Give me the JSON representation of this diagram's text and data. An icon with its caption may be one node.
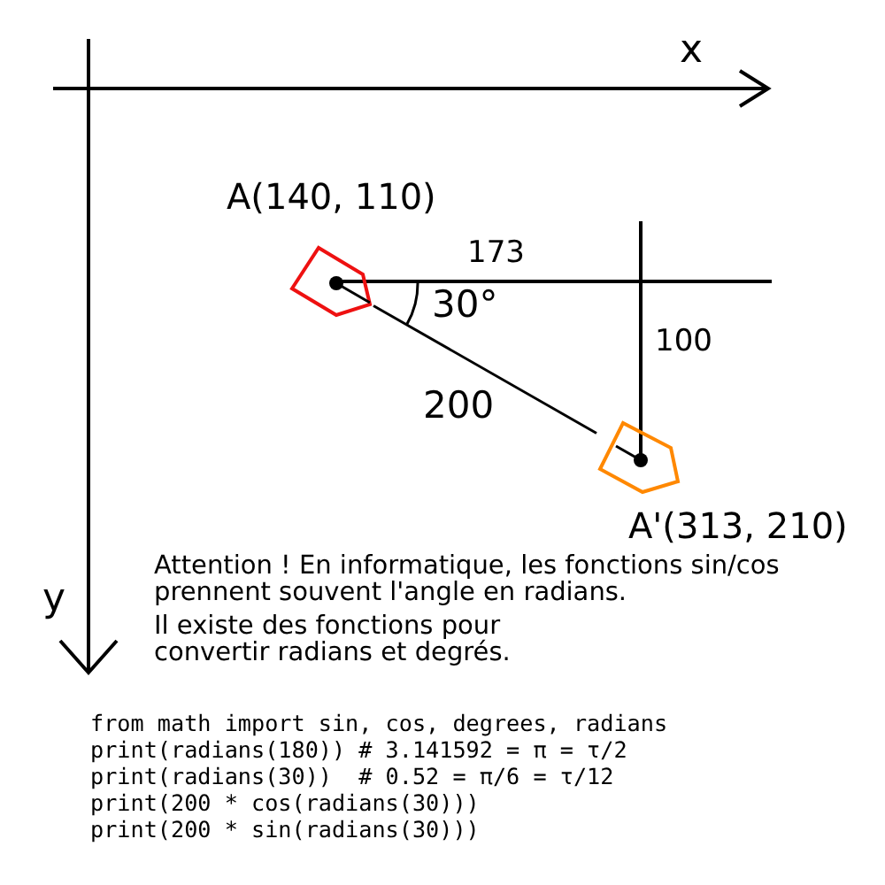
{
  "diagram": {
    "nodes": [
      {
        "text": [],
        "shape": "pentagon",
        "beside": [
          "A(140, 110)"
        ]
      },
      {
        "text": [],
        "shape": "pentagon",
        "beside": [
          "A'(313, 210)"
        ]
      }
    ],
    "edges": [
      {
        "from": 0,
        "to": 1,
        "arrow": "none",
        "label": "200"
      }
    ],
    "labels": [
      "x",
      "173",
      "30°",
      "100",
      "y",
      "Attention ! En informatique, les fonctions sin/cos prennent souvent l'angle en radians.",
      "Il existe des fonctions pour convertir radians et degrés.",
      "from math import sin, cos, degrees, radians",
      "print(radians(180)) # 3.141592 = π = τ/2",
      "print(radians(30))  # 0.52 = π/6 = τ/12",
      "print(200 * cos(radians(30)))",
      "print(200 * sin(radians(30)))"
    ]
  }
}
